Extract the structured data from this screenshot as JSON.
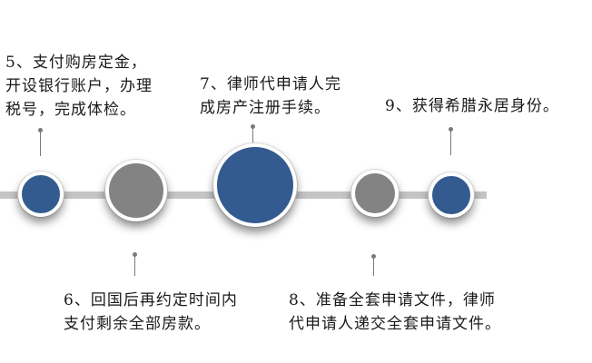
{
  "colors": {
    "node_blue": "#335b8f",
    "node_gray": "#838383",
    "timeline_bar": "#c4c4c4",
    "connector": "#7a7a7a",
    "text": "#1a1a1a"
  },
  "steps": [
    {
      "number": "5",
      "lines": [
        "5、支付购房定金，",
        "开设银行账户，办理",
        "税号，完成体检。"
      ],
      "node_color": "blue"
    },
    {
      "number": "6",
      "lines": [
        "6、回国后再约定时间内",
        "支付剩余全部房款。"
      ],
      "node_color": "gray"
    },
    {
      "number": "7",
      "lines": [
        "7、律师代申请人完",
        "成房产注册手续。"
      ],
      "node_color": "blue"
    },
    {
      "number": "8",
      "lines": [
        "8、准备全套申请文件，律师",
        "代申请人递交全套申请文件。"
      ],
      "node_color": "gray"
    },
    {
      "number": "9",
      "lines": [
        "9、获得希腊永居身份。"
      ],
      "node_color": "blue"
    }
  ]
}
